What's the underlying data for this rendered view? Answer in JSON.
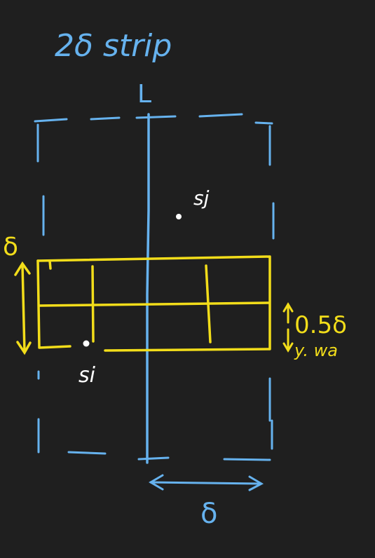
{
  "title": "2δ strip",
  "labels": {
    "line": "L",
    "delta_left": "δ",
    "delta_bottom": "δ",
    "half_delta": "0.5δ",
    "note": "y. wa",
    "point_i": "si",
    "point_j": "sj"
  },
  "colors": {
    "background": "#1f1f1f",
    "blue": "#66b2ee",
    "yellow": "#f2dd1a",
    "white": "#ffffff"
  }
}
